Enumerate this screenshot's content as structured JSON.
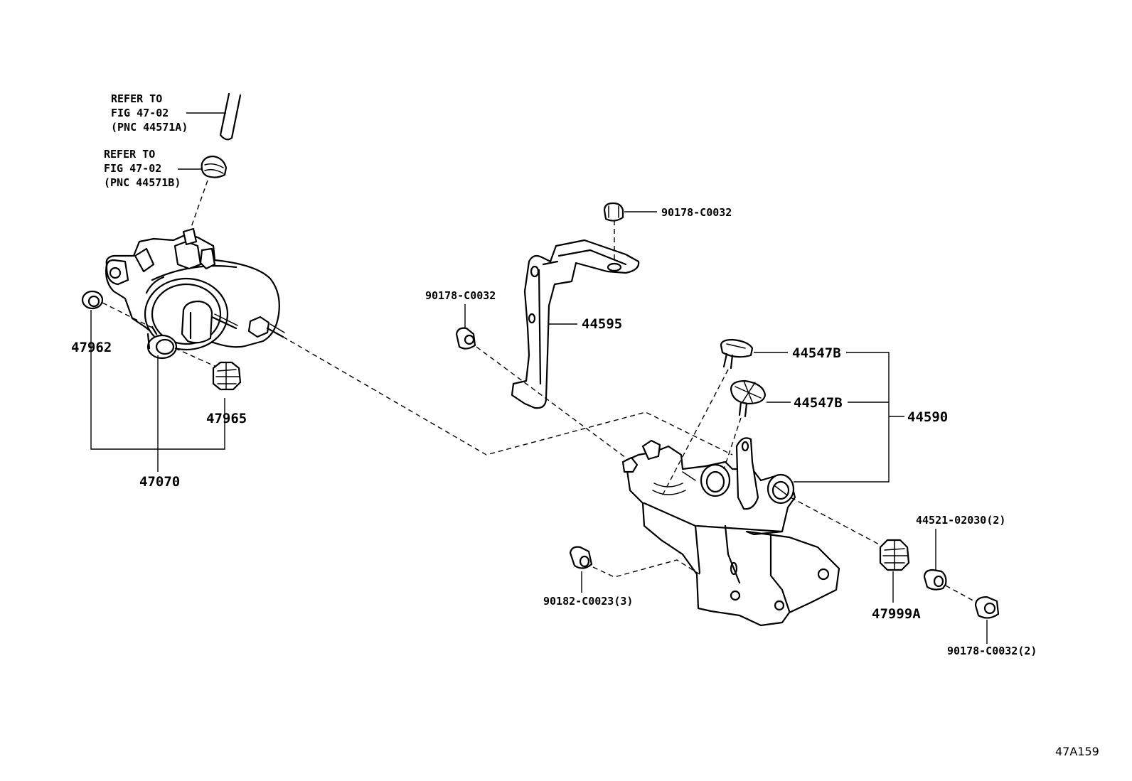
{
  "refs": {
    "ref_a": {
      "line1": "REFER TO",
      "line2": "FIG 47-02",
      "line3": "(PNC 44571A)"
    },
    "ref_b": {
      "line1": "REFER TO",
      "line2": "FIG 47-02",
      "line3": "(PNC 44571B)"
    }
  },
  "parts": {
    "p47962": "47962",
    "p47965": "47965",
    "p47070": "47070",
    "p44595": "44595",
    "p90178_top": "90178-C0032",
    "p90178_mid": "90178-C0032",
    "p44547b_1": "44547B",
    "p44547b_2": "44547B",
    "p44590": "44590",
    "p44521": "44521-02030(2)",
    "p47999a": "47999A",
    "p90182": "90182-C0023(3)",
    "p90178_bot": "90178-C0032(2)"
  },
  "figure_id": "47A159"
}
